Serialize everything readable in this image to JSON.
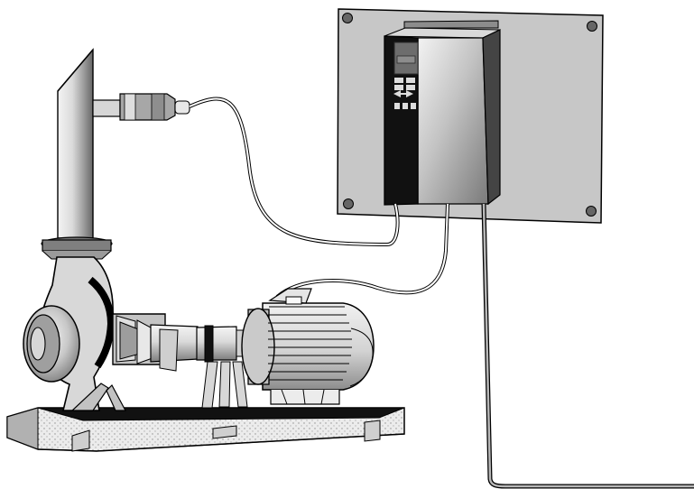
{
  "diagram": {
    "colors": {
      "background": "#ffffff",
      "outline": "#000000",
      "panel": "#c8c8c8",
      "bolt": "#666666",
      "drive_face": "#111111",
      "drive_display": "#6e6e6e",
      "drive_body_light": "#e3e3e3",
      "drive_body_dark": "#868686",
      "pump_light": "#eeeeee",
      "pump_mid": "#c6c6c6",
      "pump_dark": "#7b7b7b",
      "baseplate": "#f0f0f0"
    },
    "components": [
      {
        "id": "mounting-panel",
        "icon": "mounting-plate"
      },
      {
        "id": "frequency-converter",
        "icon": "drive-cabinet"
      },
      {
        "id": "drive-keypad",
        "icon": "keypad-icon"
      },
      {
        "id": "pressure-transmitter",
        "icon": "sensor-icon"
      },
      {
        "id": "discharge-pipe",
        "icon": "pipe-icon"
      },
      {
        "id": "pump-casing",
        "icon": "pump-icon"
      },
      {
        "id": "electric-motor",
        "icon": "motor-icon"
      },
      {
        "id": "base-frame",
        "icon": "baseplate-icon"
      },
      {
        "id": "sensor-cable",
        "icon": "cable"
      },
      {
        "id": "motor-cable",
        "icon": "cable"
      },
      {
        "id": "mains-cable",
        "icon": "cable"
      }
    ]
  }
}
